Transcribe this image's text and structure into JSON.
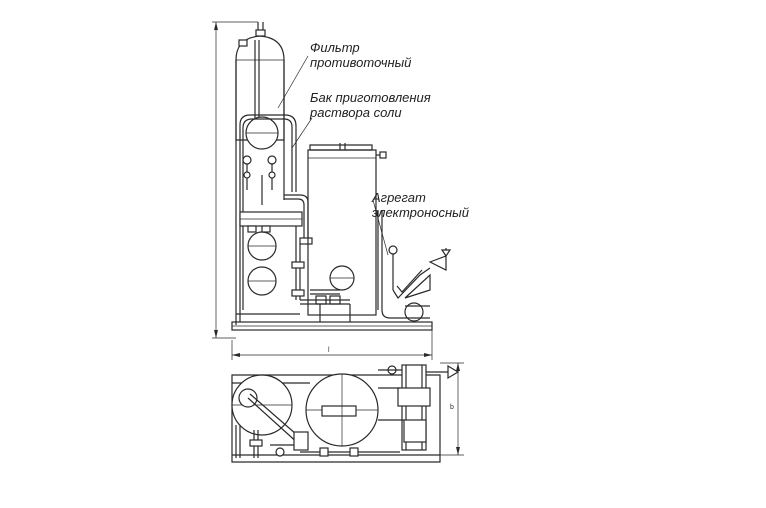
{
  "labels": {
    "filter_line1": "Фильтр",
    "filter_line2": "противоточный",
    "tank_line1": "Бак приготовления",
    "tank_line2": "раствора соли",
    "aggregate_line1": "Агрегат",
    "aggregate_line2": "электроносный"
  },
  "dimensions": {
    "length": "l",
    "width": "b"
  }
}
